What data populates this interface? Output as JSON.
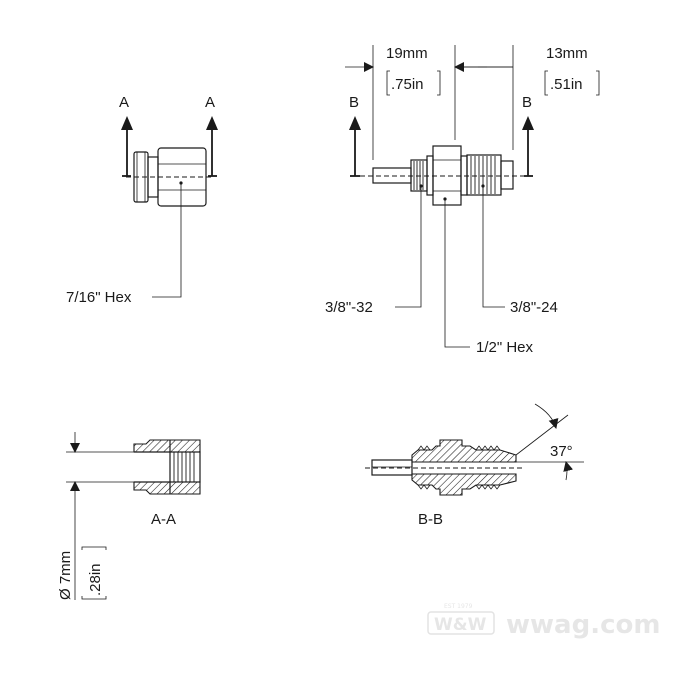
{
  "top_left_view": {
    "section_marker_left": "A",
    "section_marker_right": "A",
    "hex_callout": "7/16\" Hex"
  },
  "top_right_view": {
    "section_marker_left": "B",
    "section_marker_right": "B",
    "dim_left_mm": "19mm",
    "dim_left_in": ".75in",
    "dim_right_mm": "13mm",
    "dim_right_in": ".51in",
    "thread_left": "3/8\"-32",
    "thread_right": "3/8\"-24",
    "hex_callout": "1/2\" Hex"
  },
  "section_a": {
    "label": "A-A",
    "diameter_mm": "Ø 7mm",
    "diameter_in": ".28in"
  },
  "section_b": {
    "label": "B-B",
    "angle": "37°"
  },
  "watermark": {
    "badge": "W&W",
    "site": "wwag.com",
    "est": "EST 1979"
  }
}
